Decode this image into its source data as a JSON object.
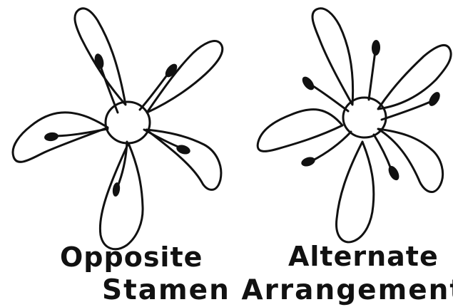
{
  "labels": {
    "opposite": "Opposite",
    "alternate": "Alternate",
    "caption": "Stamen Arrangement"
  },
  "colors": {
    "line": "#111111",
    "background": "#ffffff"
  }
}
